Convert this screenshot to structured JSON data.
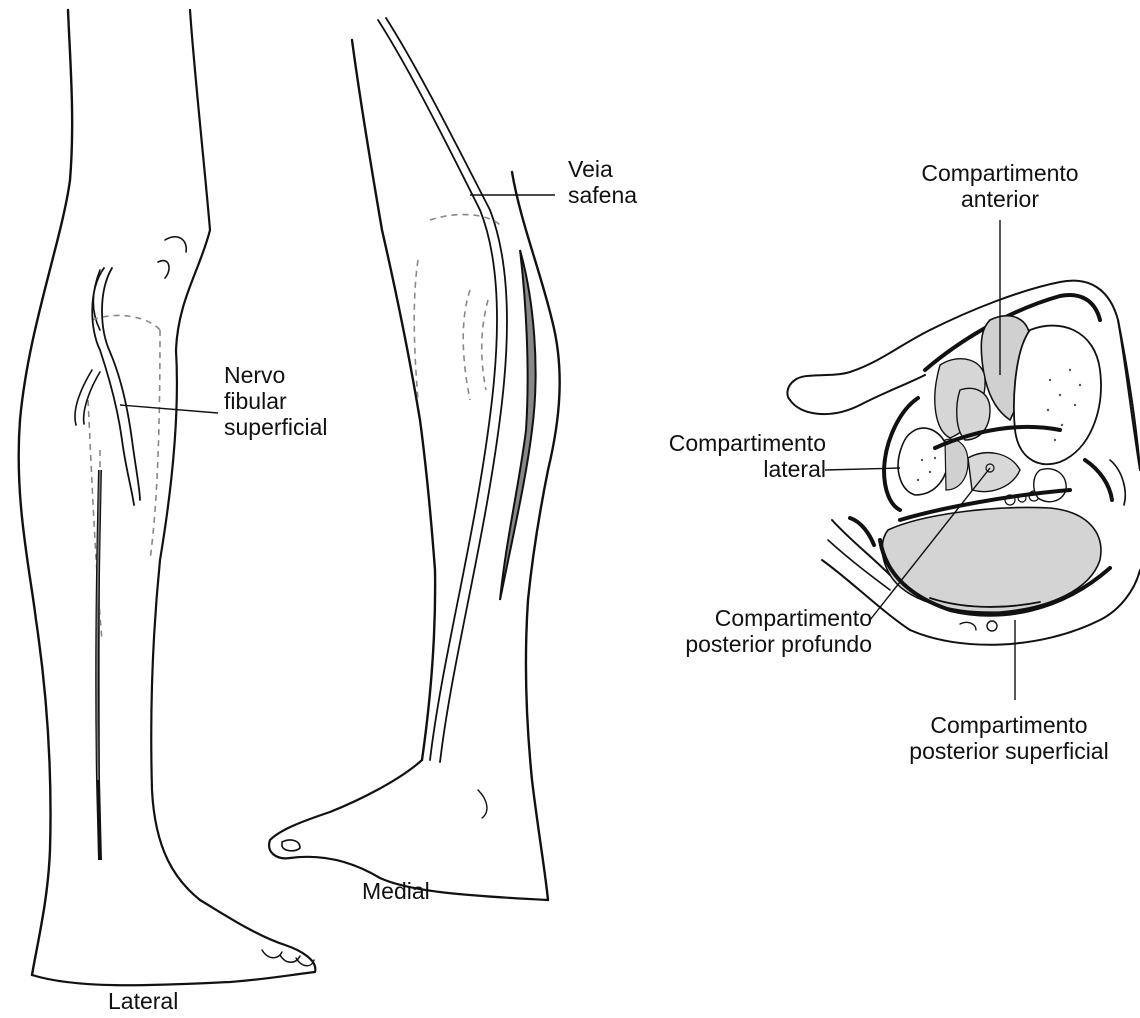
{
  "labels": {
    "veia_safena": [
      "Veia",
      "safena"
    ],
    "nervo_fibular": [
      "Nervo",
      "fibular",
      "superficial"
    ],
    "comp_anterior": [
      "Compartimento",
      "anterior"
    ],
    "comp_lateral": [
      "Compartimento",
      "lateral"
    ],
    "comp_post_profundo": [
      "Compartimento",
      "posterior profundo"
    ],
    "comp_post_superficial": [
      "Compartimento",
      "posterior superficial"
    ],
    "medial": "Medial",
    "lateral": "Lateral"
  },
  "colors": {
    "ink": "#111111",
    "muscle_fill": "#cfcfcf",
    "bone_fill": "#ffffff",
    "dashed": "#888888",
    "vein_fill": "#777777"
  }
}
